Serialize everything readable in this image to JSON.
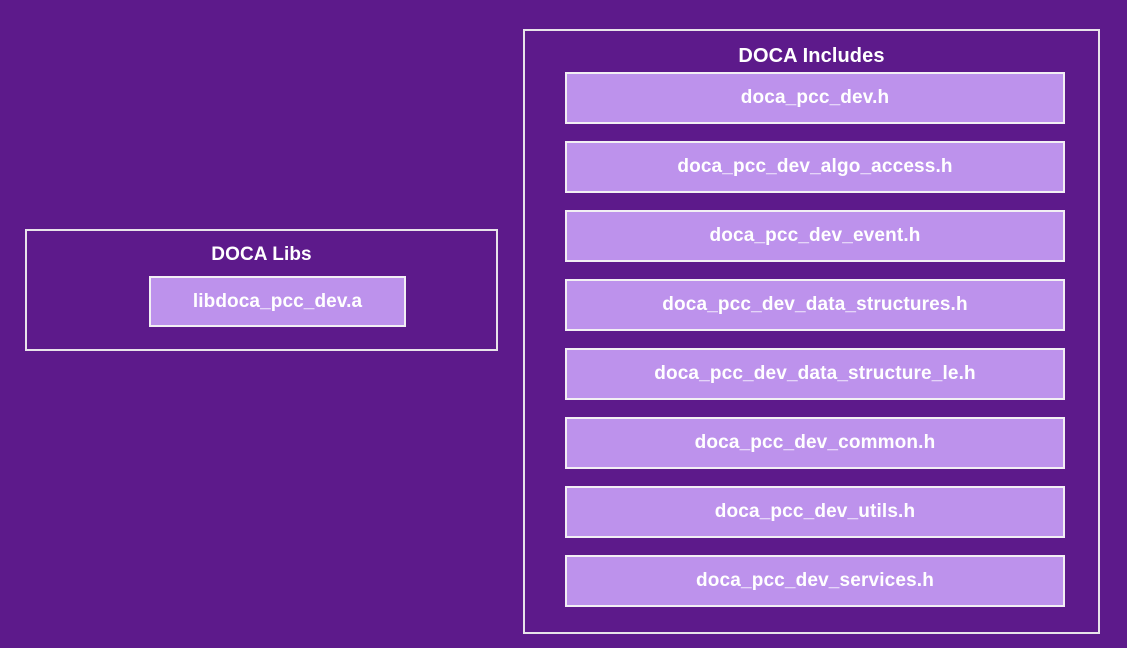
{
  "diagram": {
    "background_color": "#5d1a8b",
    "chip_color": "#bd92ec",
    "border_color": "#f2eff4",
    "text_color": "#ffffff",
    "libs_panel": {
      "title": "DOCA Libs",
      "items": [
        {
          "label": "libdoca_pcc_dev.a"
        }
      ]
    },
    "includes_panel": {
      "title": "DOCA Includes",
      "items": [
        {
          "label": "doca_pcc_dev.h"
        },
        {
          "label": "doca_pcc_dev_algo_access.h"
        },
        {
          "label": "doca_pcc_dev_event.h"
        },
        {
          "label": "doca_pcc_dev_data_structures.h"
        },
        {
          "label": "doca_pcc_dev_data_structure_le.h"
        },
        {
          "label": "doca_pcc_dev_common.h"
        },
        {
          "label": "doca_pcc_dev_utils.h"
        },
        {
          "label": "doca_pcc_dev_services.h"
        }
      ]
    }
  }
}
